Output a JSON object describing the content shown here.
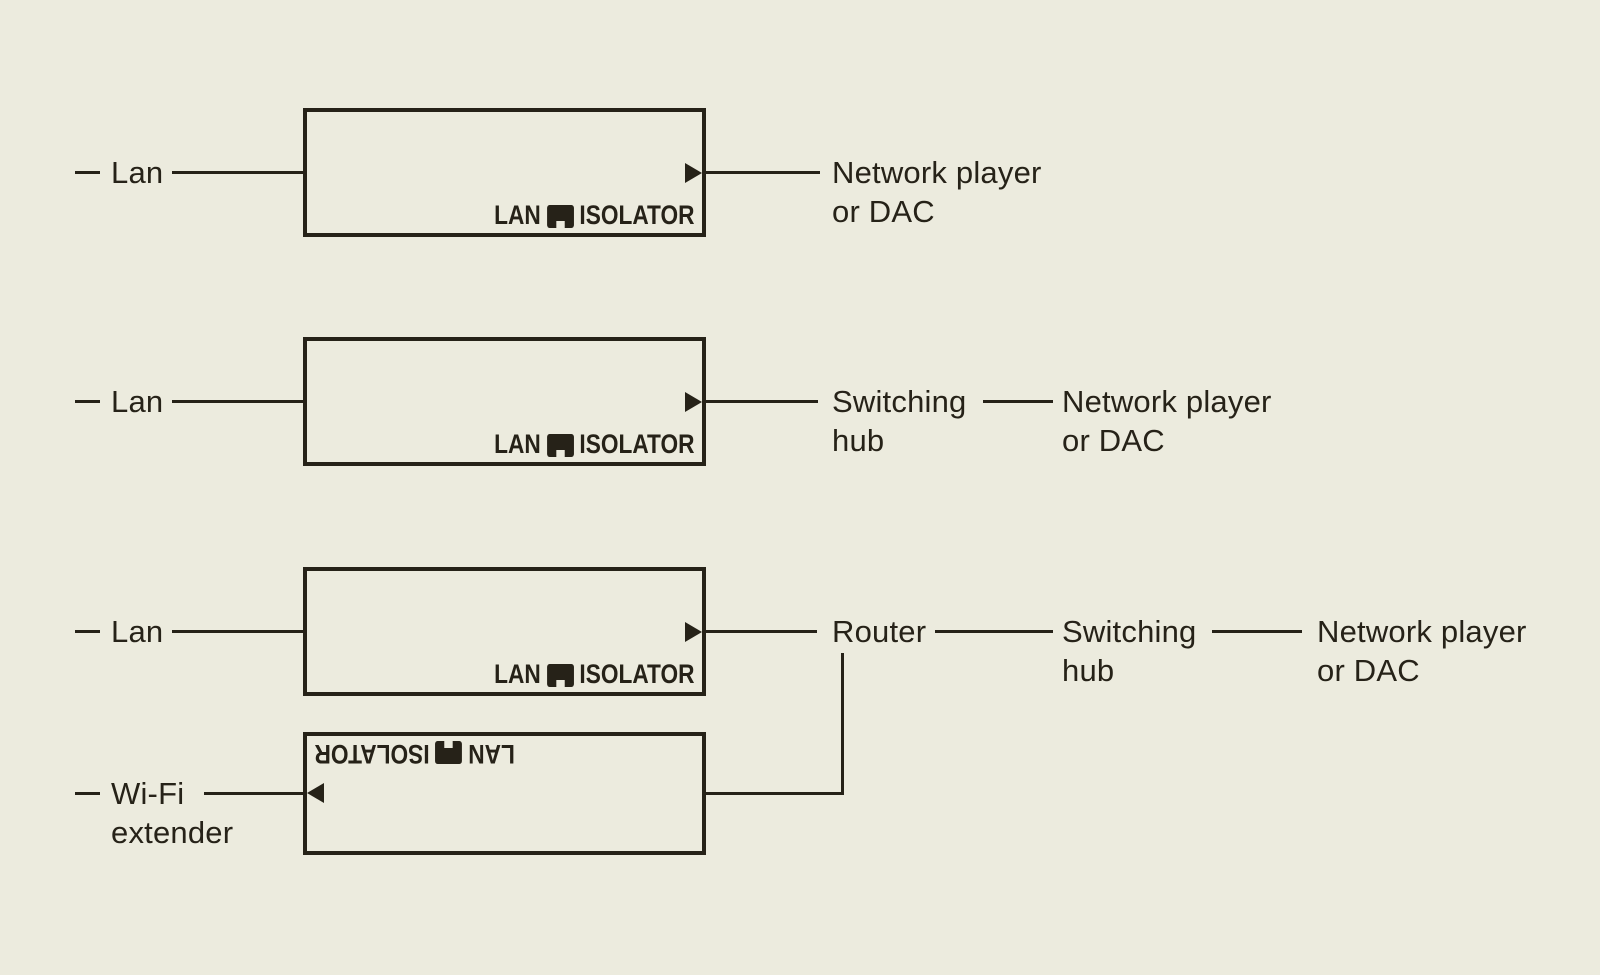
{
  "colors": {
    "background": "#ECEBDE",
    "ink": "#262218"
  },
  "isolator": {
    "word_lan": "LAN",
    "word_isolator": "ISOLATOR",
    "icon": "ethernet-port-icon"
  },
  "icons": {
    "flow_arrow": "triangle-arrow",
    "port": "ethernet-port-icon"
  },
  "diagram1": {
    "source": "Lan",
    "target1_line1": "Network player",
    "target1_line2": "or DAC"
  },
  "diagram2": {
    "source": "Lan",
    "target1_line1": "Switching",
    "target1_line2": "hub",
    "target2_line1": "Network player",
    "target2_line2": "or DAC"
  },
  "diagram3": {
    "source": "Lan",
    "target1": "Router",
    "target2_line1": "Switching",
    "target2_line2": "hub",
    "target3_line1": "Network player",
    "target3_line2": "or DAC",
    "source2_line1": "Wi-Fi",
    "source2_line2": "extender"
  }
}
